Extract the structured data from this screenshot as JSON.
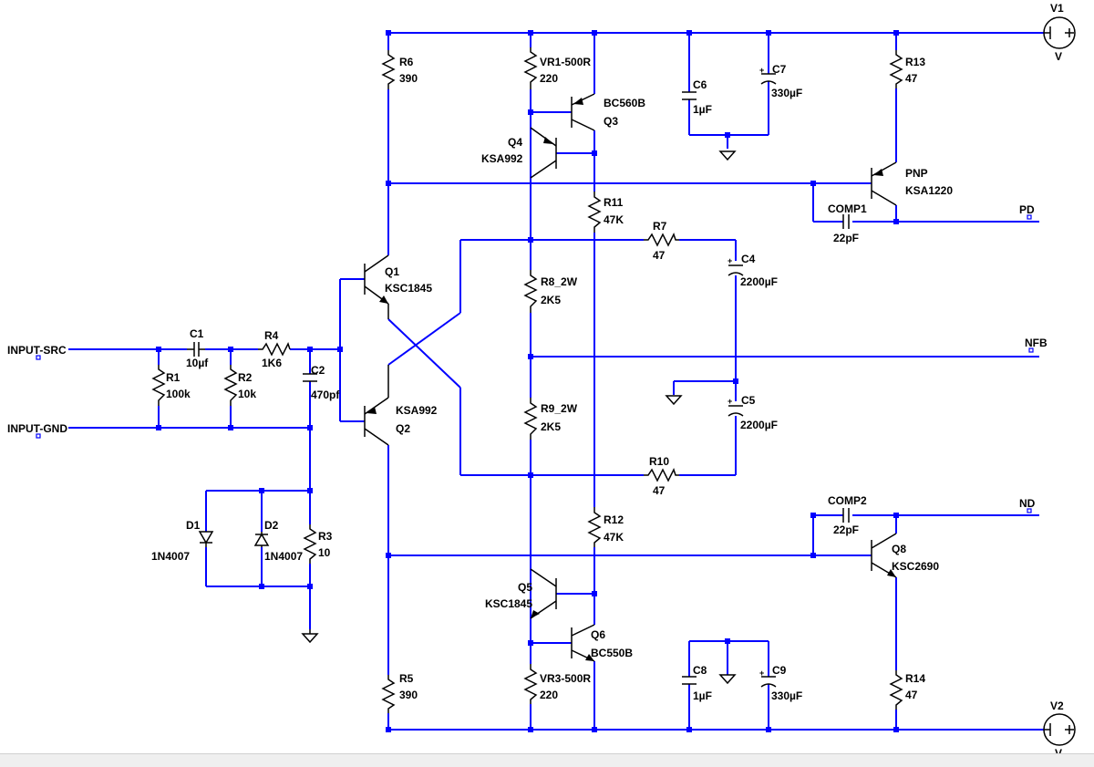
{
  "nets": {
    "input_src": "INPUT-SRC",
    "input_gnd": "INPUT-GND",
    "pd": "PD",
    "nfb": "NFB",
    "nd": "ND"
  },
  "components": {
    "c1": {
      "name": "C1",
      "value": "10µf"
    },
    "r1": {
      "name": "R1",
      "value": "100k"
    },
    "r2": {
      "name": "R2",
      "value": "10k"
    },
    "r4": {
      "name": "R4",
      "value": "1K6"
    },
    "c2": {
      "name": "C2",
      "value": "470pf"
    },
    "d1": {
      "name": "D1",
      "value": "1N4007"
    },
    "d2": {
      "name": "D2",
      "value": "1N4007"
    },
    "r3": {
      "name": "R3",
      "value": "10"
    },
    "q1": {
      "name": "Q1",
      "value": "KSC1845"
    },
    "q2": {
      "name": "Q2",
      "value": "KSA992"
    },
    "r6": {
      "name": "R6",
      "value": "390"
    },
    "r5": {
      "name": "R5",
      "value": "390"
    },
    "vr1": {
      "name": "VR1-500R",
      "value": "220"
    },
    "q3": {
      "name": "Q3",
      "value": "BC560B"
    },
    "q4": {
      "name": "Q4",
      "value": "KSA992"
    },
    "r11": {
      "name": "R11",
      "value": "47K"
    },
    "r8": {
      "name": "R8_2W",
      "value": "2K5"
    },
    "r9": {
      "name": "R9_2W",
      "value": "2K5"
    },
    "r7": {
      "name": "R7",
      "value": "47"
    },
    "r10": {
      "name": "R10",
      "value": "47"
    },
    "c4": {
      "name": "C4",
      "value": "2200µF"
    },
    "c5": {
      "name": "C5",
      "value": "2200µF"
    },
    "r12": {
      "name": "R12",
      "value": "47K"
    },
    "q5": {
      "name": "Q5",
      "value": "KSC1845"
    },
    "q6": {
      "name": "Q6",
      "value": "BC550B"
    },
    "vr3": {
      "name": "VR3-500R",
      "value": "220"
    },
    "c6": {
      "name": "C6",
      "value": "1µF"
    },
    "c7": {
      "name": "C7",
      "value": "330µF"
    },
    "c8": {
      "name": "C8",
      "value": "1µF"
    },
    "c9": {
      "name": "C9",
      "value": "330µF"
    },
    "r13": {
      "name": "R13",
      "value": "47"
    },
    "r14": {
      "name": "R14",
      "value": "47"
    },
    "pnp": {
      "name": "PNP",
      "value": "KSA1220"
    },
    "comp1": {
      "name": "COMP1",
      "value": "22pF"
    },
    "comp2": {
      "name": "COMP2",
      "value": "22pF"
    },
    "q8": {
      "name": "Q8",
      "value": "KSC2690"
    },
    "v1": {
      "name": "V1",
      "value": "V"
    },
    "v2": {
      "name": "V2",
      "value": "V"
    }
  }
}
